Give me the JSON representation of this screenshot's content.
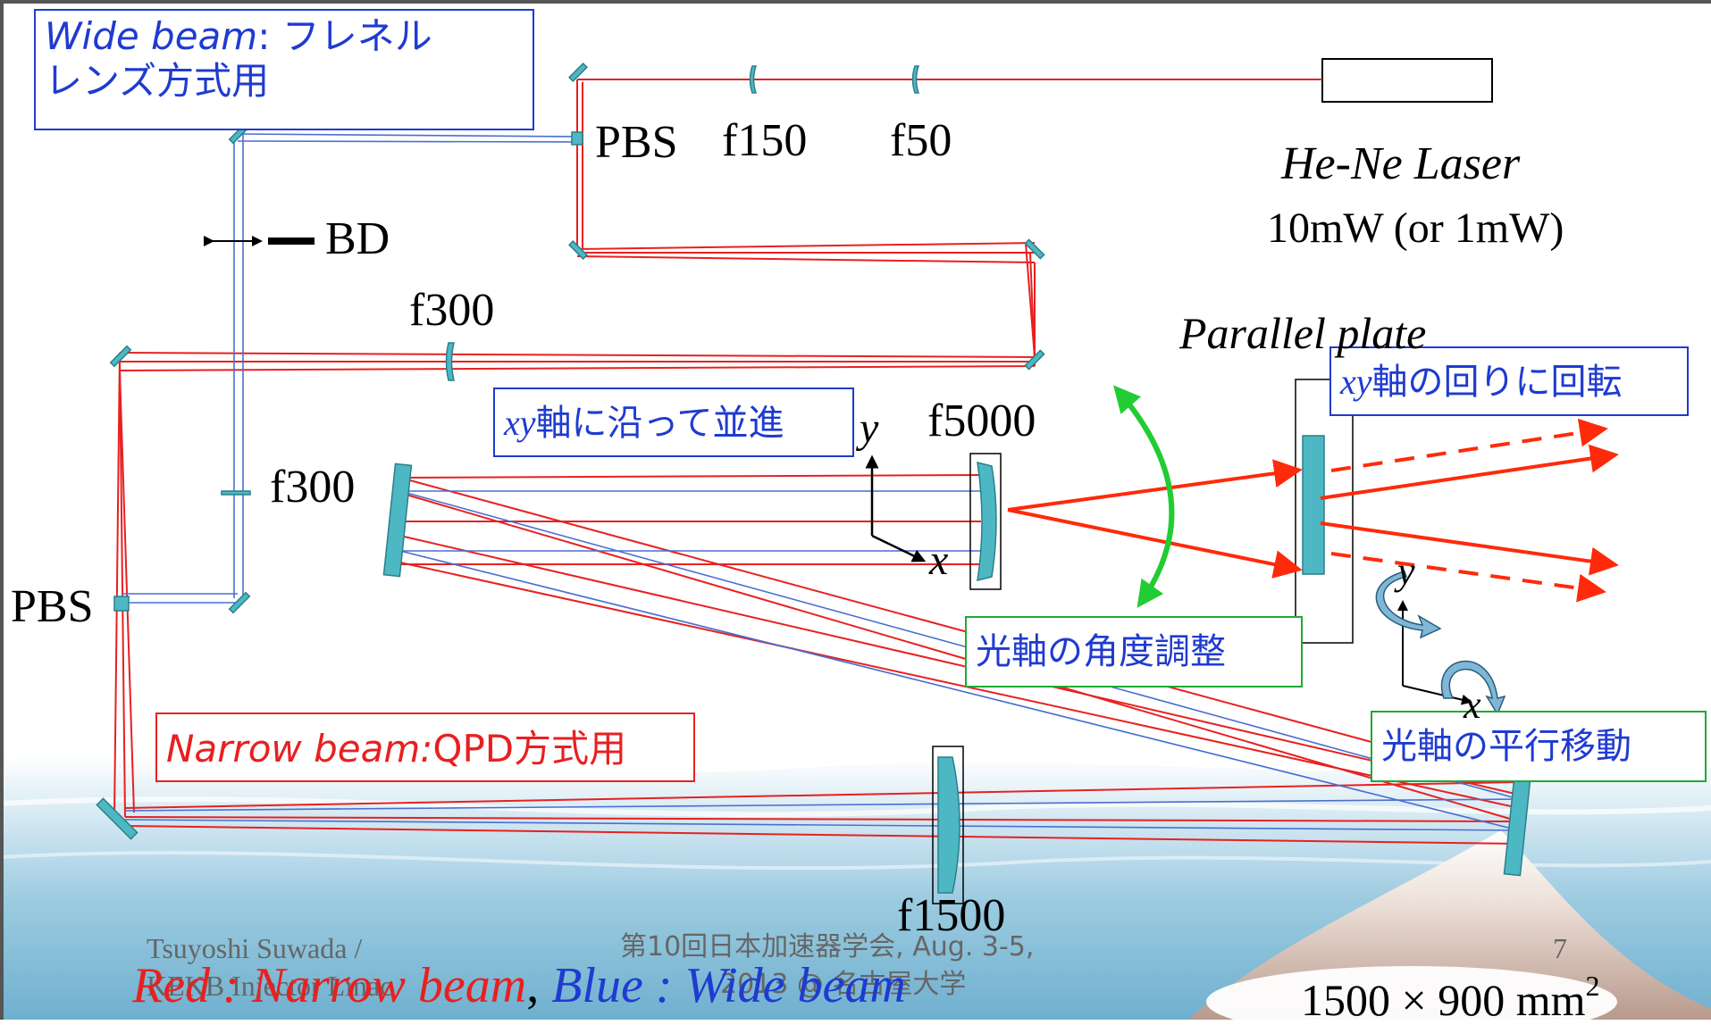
{
  "boxes": {
    "wide_beam": {
      "title": "Wide beam",
      "sep": ": ",
      "tail": "フレネル",
      "line2": "レンズ方式用"
    },
    "narrow_beam": {
      "title": "Narrow beam",
      "sep": ":",
      "tail": "QPD方式用"
    },
    "xy_translate": {
      "italic": "xy",
      "text": "軸に沿って並進"
    },
    "xy_rotate": {
      "italic": "xy",
      "text": "軸の回りに回転"
    },
    "angle_adjust": "光軸の角度調整",
    "parallel_move": "光軸の平行移動"
  },
  "labels": {
    "pbs_top": "PBS",
    "pbs_left": "PBS",
    "f150": "f150",
    "f50": "f50",
    "he_ne_laser": "He-Ne Laser",
    "laser_power": "10mW (or 1mW)",
    "bd": "BD",
    "f300_top": "f300",
    "f300_mid": "f300",
    "f5000": "f5000",
    "f1500": "f1500",
    "parallel_plate": "Parallel plate",
    "axis_y": "y",
    "axis_x": "x",
    "axis_y2": "y",
    "axis_x2": "x",
    "table_size_main": "1500 × 900 mm",
    "table_size_exp": "2"
  },
  "legend": {
    "red": "Red : Narrow beam",
    "comma": ",",
    "blue": " Blue : Wide beam"
  },
  "footer": {
    "author": "Tsuyoshi Suwada /",
    "org": "KEKB Injector Linac",
    "conference": "第10回日本加速器学会, Aug. 3-5,",
    "venue": "2013 @ 名古屋大学",
    "page": "7"
  },
  "colors": {
    "narrow_beam_red": "#e82020",
    "wide_beam_blue": "#4a6fcf",
    "optic_teal": "#4db8c4",
    "arrow_red": "#ff2a0a",
    "arrow_green": "#22cc33",
    "box_blue": "#1f3bd0",
    "box_green": "#1faa33"
  }
}
